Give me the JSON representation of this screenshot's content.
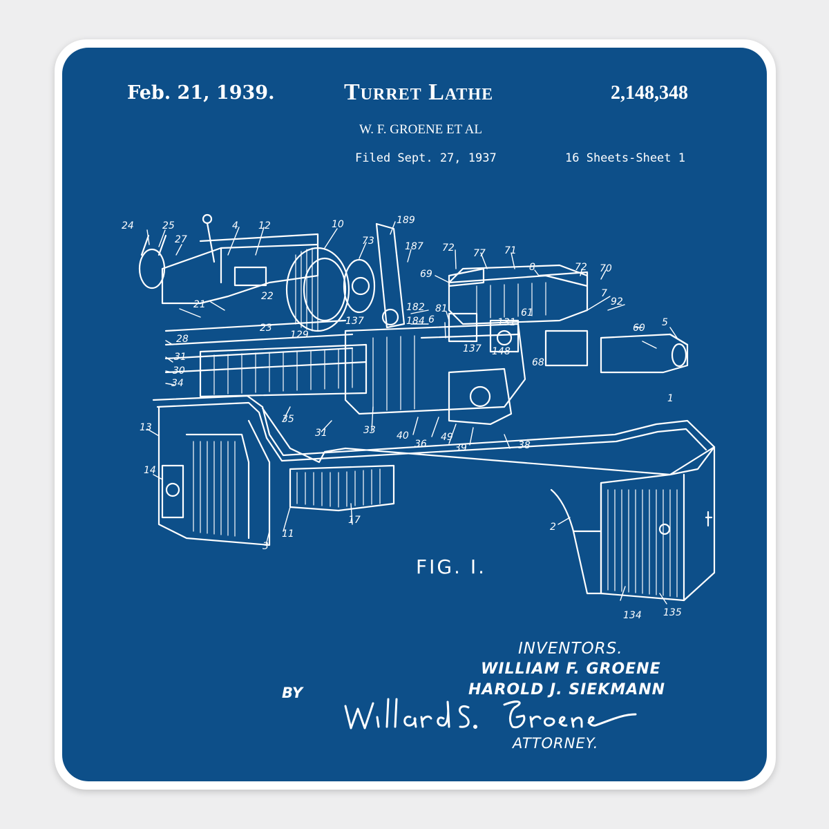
{
  "header": {
    "date": "Feb. 21, 1939.",
    "title": "Turret Lathe",
    "patent_number": "2,148,348",
    "inventor_line": "W. F. GROENE ET AL",
    "filed": "Filed Sept. 27, 1937",
    "sheets": "16 Sheets-Sheet 1"
  },
  "figure": {
    "label": "FIG. I.",
    "reference_numerals": [
      "24",
      "25",
      "27",
      "4",
      "12",
      "10",
      "73",
      "189",
      "187",
      "72",
      "77",
      "71",
      "8",
      "72",
      "70",
      "69",
      "81",
      "182",
      "184",
      "6",
      "7",
      "92",
      "5",
      "60",
      "1",
      "21",
      "22",
      "23",
      "137",
      "129",
      "131",
      "137",
      "148",
      "61",
      "68",
      "28",
      "31",
      "30",
      "34",
      "35",
      "31",
      "33",
      "40",
      "36",
      "49",
      "39",
      "38",
      "13",
      "14",
      "17",
      "11",
      "3",
      "2",
      "134",
      "135"
    ]
  },
  "signature_block": {
    "inventors_label": "INVENTORS.",
    "inventor_1": "WILLIAM F. GROENE",
    "inventor_2": "HAROLD J. SIEKMANN",
    "by": "BY",
    "attorney_label": "ATTORNEY.",
    "signature_text": "Willard S. Groene"
  },
  "colors": {
    "panel_blue": "#0d4f89",
    "line_white": "#ffffff",
    "sticker_border": "#ffffff",
    "background": "#eeeeef"
  }
}
